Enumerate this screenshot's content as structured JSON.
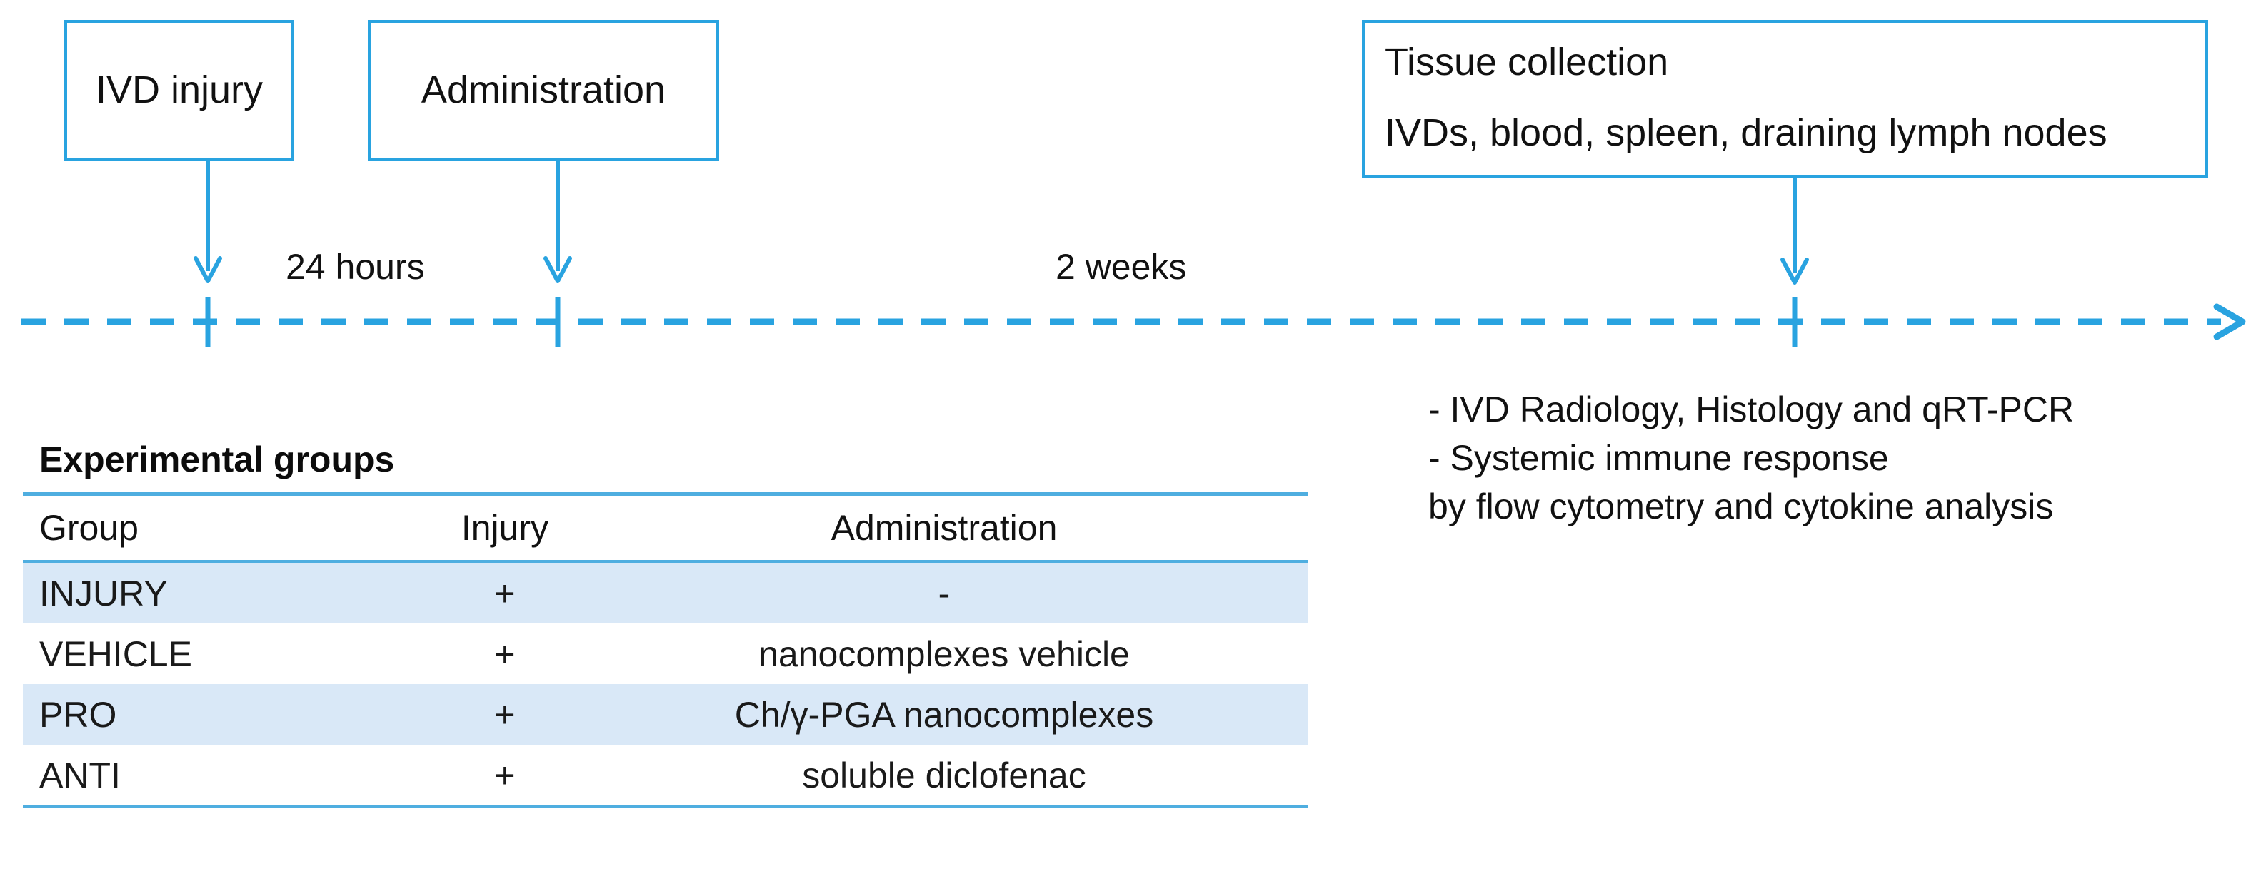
{
  "timeline": {
    "events": [
      {
        "id": "ivd-injury",
        "label": "IVD injury"
      },
      {
        "id": "administration",
        "label": "Administration"
      }
    ],
    "tissue_collection": {
      "title": "Tissue collection",
      "detail": "IVDs, blood, spleen, draining lymph nodes"
    },
    "intervals": [
      {
        "id": "interval-24-hours",
        "label": "24 hours"
      },
      {
        "id": "interval-2-weeks",
        "label": "2 weeks"
      }
    ],
    "axis_color": "#29A3E0"
  },
  "analysis_note": {
    "lines": [
      "- IVD Radiology, Histology and qRT-PCR",
      "- Systemic immune response",
      "by flow cytometry and cytokine analysis"
    ]
  },
  "groups_table": {
    "title": "Experimental groups",
    "headers": [
      "Group",
      "Injury",
      "Administration"
    ],
    "rows": [
      {
        "group": "INJURY",
        "injury": "+",
        "administration": "-"
      },
      {
        "group": "VEHICLE",
        "injury": "+",
        "administration": "nanocomplexes vehicle"
      },
      {
        "group": "PRO",
        "injury": "+",
        "administration": "Ch/γ-PGA nanocomplexes"
      },
      {
        "group": "ANTI",
        "injury": "+",
        "administration": "soluble diclofenac"
      }
    ],
    "rule_color": "#4FAEE0",
    "shaded_row_color": "#D9E8F7"
  }
}
